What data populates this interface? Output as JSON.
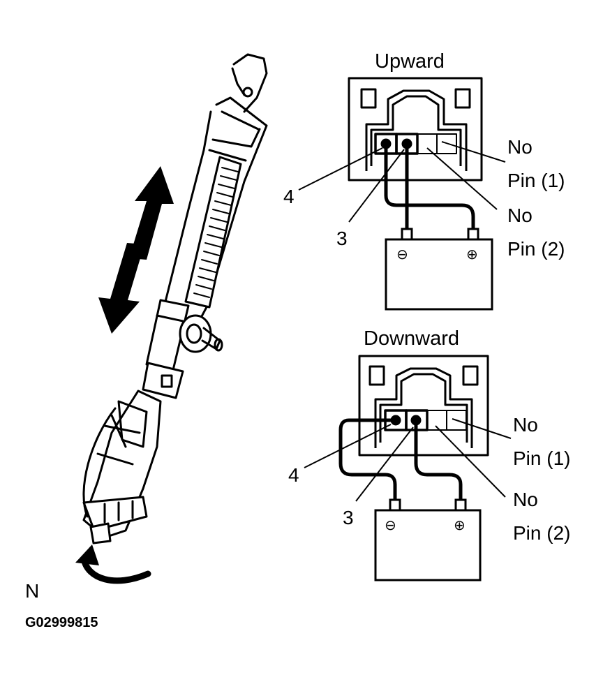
{
  "upward": {
    "title": "Upward",
    "pin4": "4",
    "pin3": "3",
    "no_pin1_line1": "No",
    "no_pin1_line2": "Pin (1)",
    "no_pin2_line1": "No",
    "no_pin2_line2": "Pin (2)",
    "battery_neg": "⊖",
    "battery_pos": "⊕"
  },
  "downward": {
    "title": "Downward",
    "pin4": "4",
    "pin3": "3",
    "no_pin1_line1": "No",
    "no_pin1_line2": "Pin (1)",
    "no_pin2_line1": "No",
    "no_pin2_line2": "Pin (2)",
    "battery_neg": "⊖",
    "battery_pos": "⊕"
  },
  "corner_letter": "N",
  "figure_code": "G02999815"
}
